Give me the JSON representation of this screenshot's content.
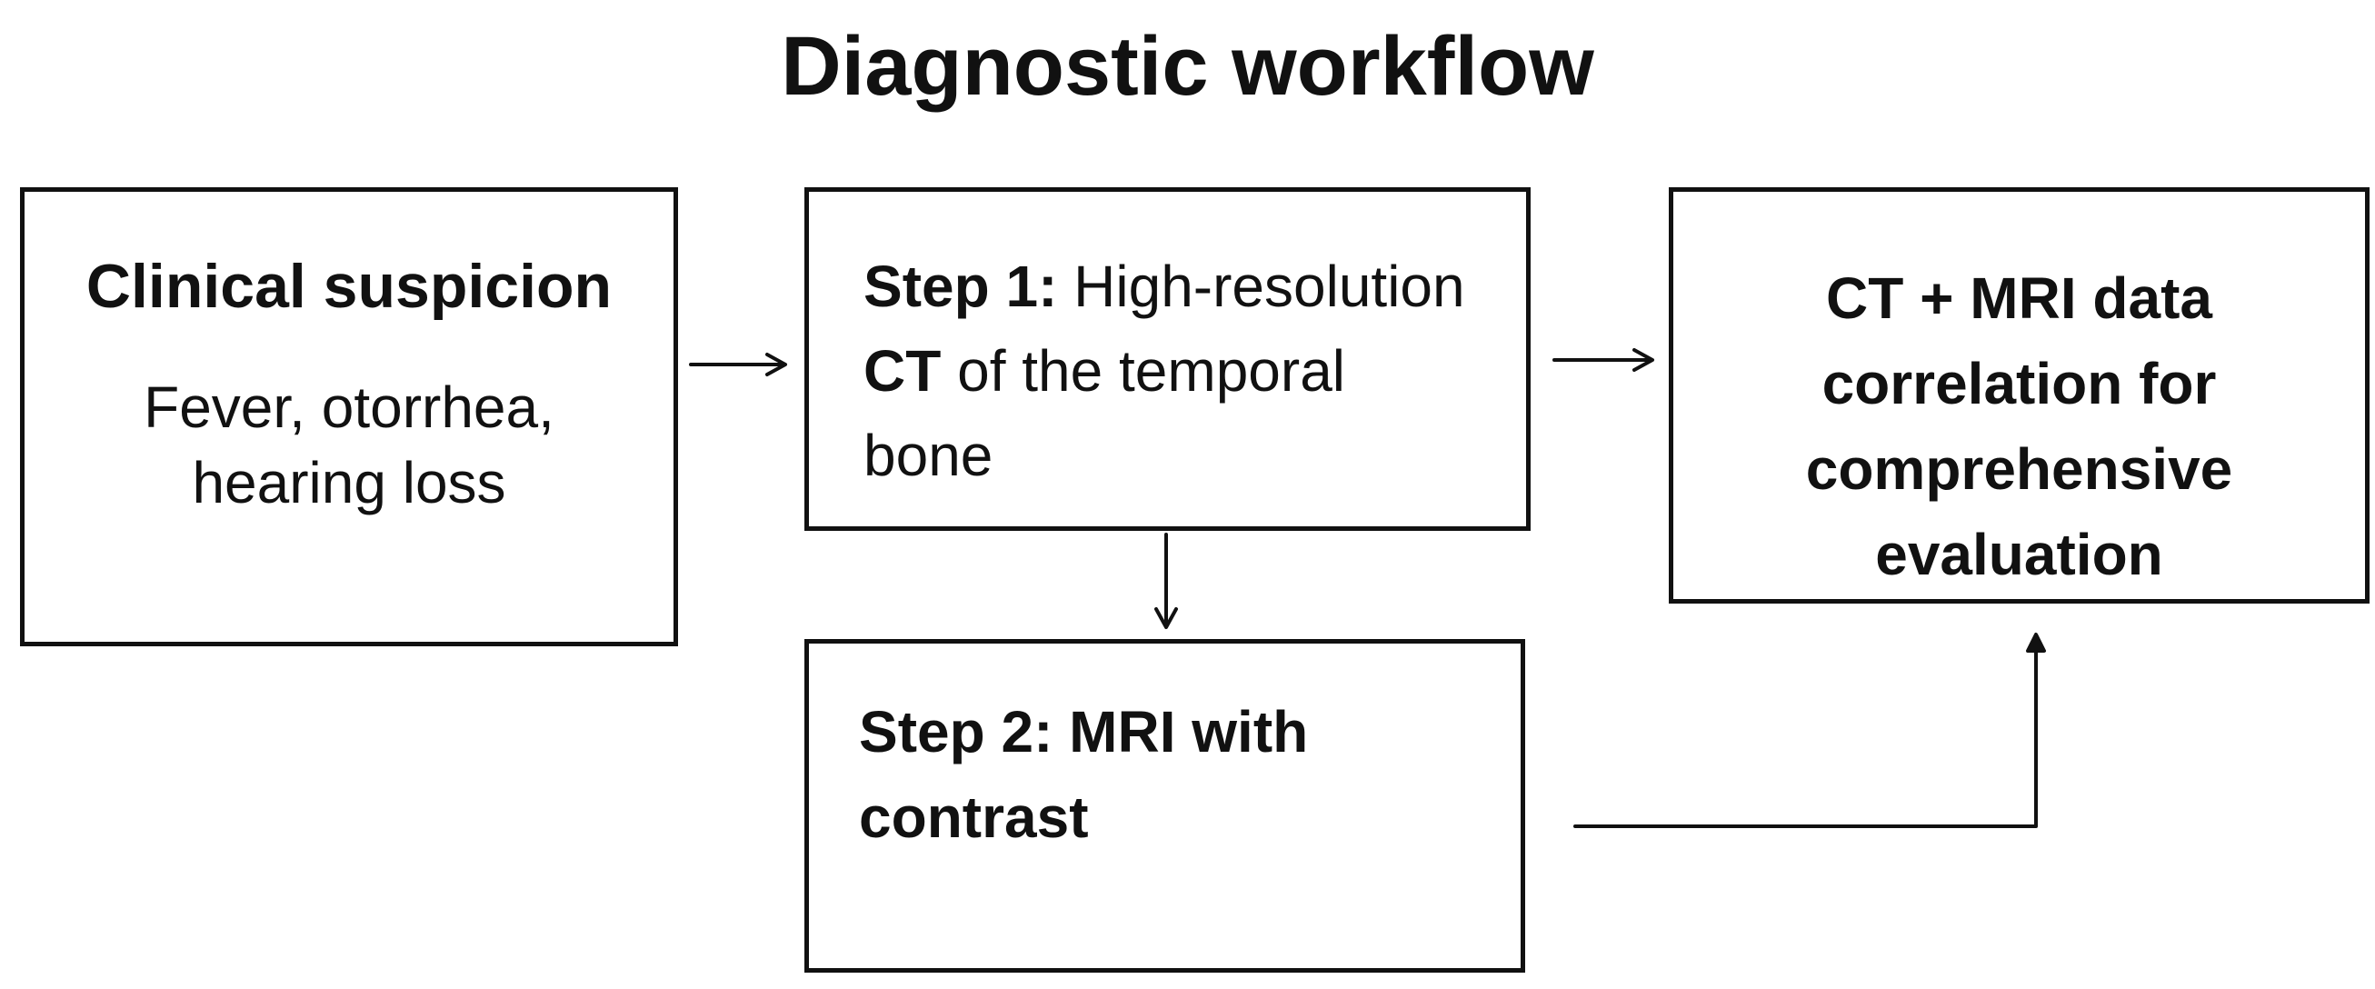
{
  "title": "Diagnostic workflow",
  "nodes": {
    "clinical": {
      "heading": "Clinical suspicion",
      "detail_line1": "Fever, otorrhea,",
      "detail_line2": "hearing loss"
    },
    "step1": {
      "label": "Step 1:",
      "line1_rest": " High-resolution",
      "line2_bold": "CT",
      "line2_rest": " of the temporal",
      "line3": "bone"
    },
    "correlation": {
      "line1": "CT + MRI data",
      "line2": "correlation for",
      "line3": "comprehensive",
      "line4": "evaluation"
    },
    "step2": {
      "line1": "Step 2: MRI with",
      "line2": "contrast"
    }
  },
  "edges": [
    {
      "from": "clinical",
      "to": "step1"
    },
    {
      "from": "step1",
      "to": "correlation"
    },
    {
      "from": "step1",
      "to": "step2"
    },
    {
      "from": "step2",
      "to": "correlation"
    }
  ],
  "colors": {
    "stroke": "#111111",
    "background": "#ffffff"
  }
}
